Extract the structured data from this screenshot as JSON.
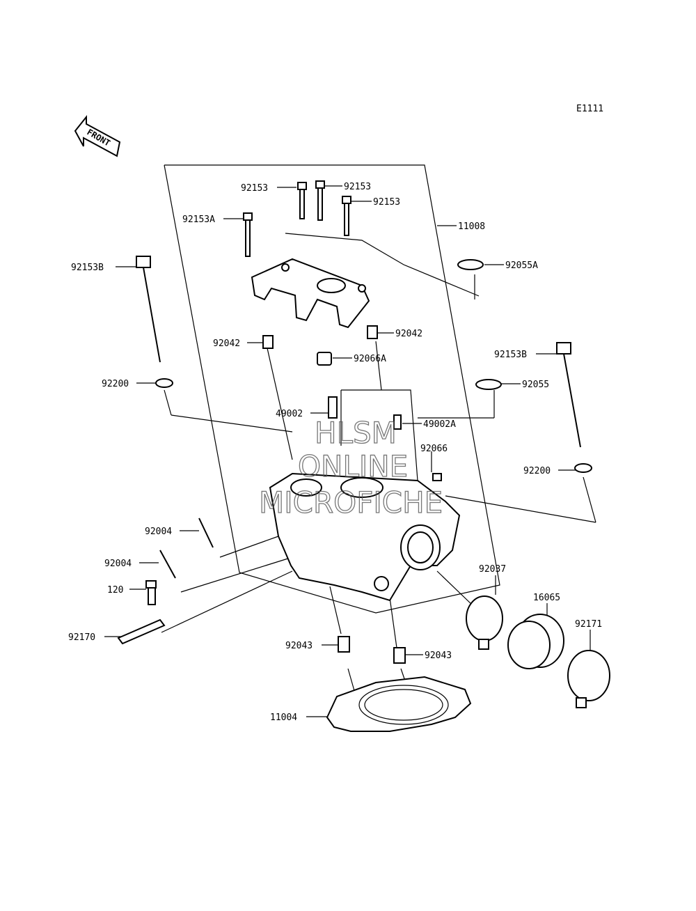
{
  "diagram_code": "E1111",
  "front_label": "FRONT",
  "watermark": {
    "line1": "HLSM",
    "line2": "ONLINE",
    "line3": "MICROFICHE"
  },
  "parts": {
    "p92153_a": "92153",
    "p92153_b": "92153",
    "p92153_c": "92153",
    "p92153A": "92153A",
    "p11008": "11008",
    "p92153B_left": "92153B",
    "p92055A": "92055A",
    "p92042_left": "92042",
    "p92042_right": "92042",
    "p92066A": "92066A",
    "p92200_left": "92200",
    "p92153B_right": "92153B",
    "p92055": "92055",
    "p49002": "49002",
    "p49002A": "49002A",
    "p92066": "92066",
    "p92200_right": "92200",
    "p92004_a": "92004",
    "p92004_b": "92004",
    "p120": "120",
    "p92037": "92037",
    "p16065": "16065",
    "p92171": "92171",
    "p92170": "92170",
    "p92043_left": "92043",
    "p92043_right": "92043",
    "p11004": "11004"
  }
}
